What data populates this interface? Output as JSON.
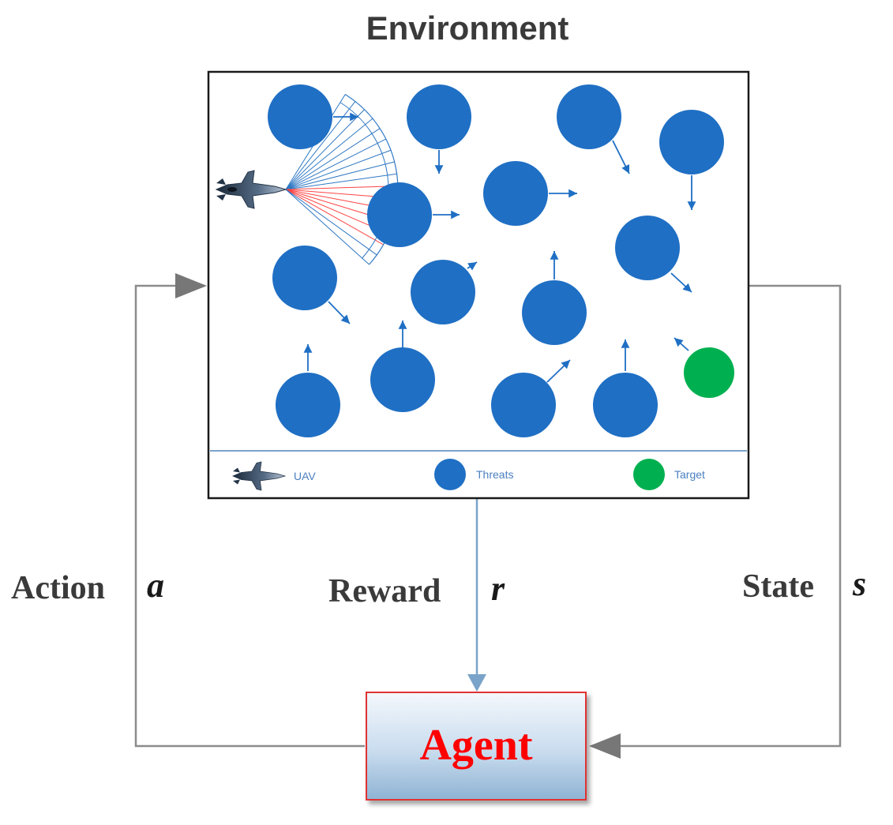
{
  "title": "Environment",
  "labels": {
    "action": "Action",
    "action_symbol": "a",
    "reward": "Reward",
    "reward_symbol": "r",
    "state": "State",
    "state_symbol": "s"
  },
  "agent": {
    "label": "Agent"
  },
  "legend": {
    "uav": "UAV",
    "threats": "Threats",
    "target": "Target"
  },
  "colors": {
    "threat": "#1f6fc4",
    "target": "#00b050",
    "arrow": "#1f6fc4",
    "sensor_blue": "#2f78c4",
    "sensor_red": "#ff4444",
    "connector": "#8c8c8c",
    "reward_line": "#7aa3c9",
    "agent_text": "#ff0000",
    "agent_border": "#e03030",
    "label_text": "#3a3a3a"
  },
  "icons": {
    "uav": "fighter-jet-icon",
    "threat": "blue-circle",
    "target": "green-circle"
  }
}
